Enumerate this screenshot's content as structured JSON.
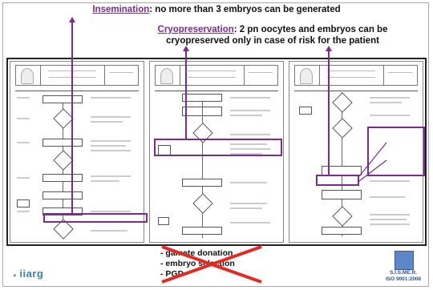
{
  "title": {
    "keyword": "Insemination",
    "text": ": no more than 3 embryos can be generated"
  },
  "subtitle": {
    "keyword": "Cryopreservation",
    "line1": ": 2 pn oocytes and embryos can be",
    "line2": "cryopreserved only in case of risk for the patient"
  },
  "bullets": [
    "- gamete donation",
    "- embryo selection",
    "- PGD"
  ],
  "logo_left": "iiarg",
  "iso": {
    "line1": "S.I.S.ME.R.",
    "line2": "ISO 9001:2008"
  },
  "colors": {
    "accent": "#7b2a8e",
    "cross": "#e32b23"
  }
}
